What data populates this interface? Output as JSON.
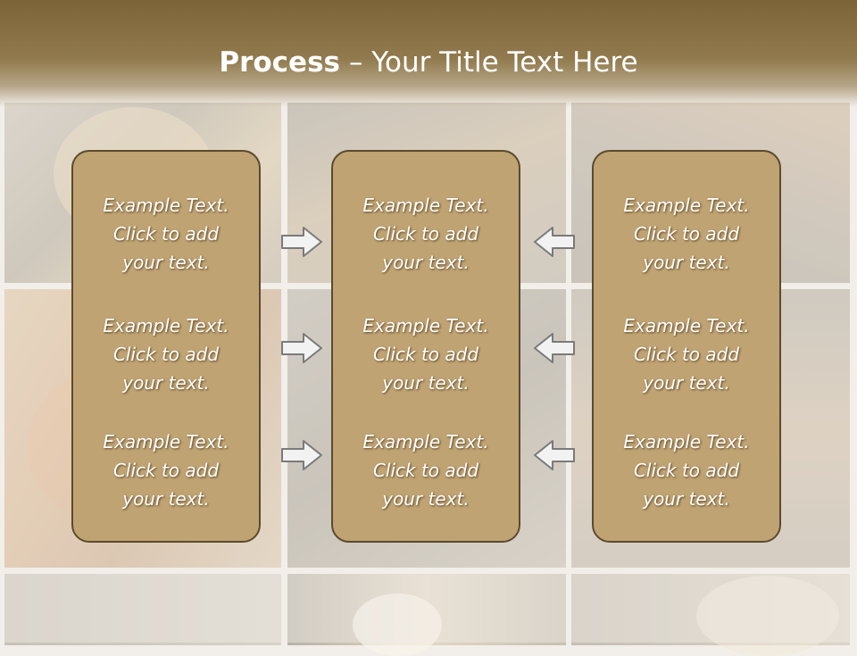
{
  "title": {
    "bold": "Process",
    "rest": " – Your Title Text Here"
  },
  "columns": [
    {
      "items": [
        {
          "l1": "Example Text.",
          "l2": "Click  to add",
          "l3": "your text."
        },
        {
          "l1": "Example Text.",
          "l2": "Click  to add",
          "l3": "your text."
        },
        {
          "l1": "Example Text.",
          "l2": "Click  to add",
          "l3": "your text."
        }
      ]
    },
    {
      "items": [
        {
          "l1": "Example Text.",
          "l2": "Click  to add",
          "l3": "your text."
        },
        {
          "l1": "Example Text.",
          "l2": "Click  to add",
          "l3": "your text."
        },
        {
          "l1": "Example Text.",
          "l2": "Click  to add",
          "l3": "your text."
        }
      ]
    },
    {
      "items": [
        {
          "l1": "Example Text.",
          "l2": "Click  to add",
          "l3": "your text."
        },
        {
          "l1": "Example Text.",
          "l2": "Click  to add",
          "l3": "your text."
        },
        {
          "l1": "Example Text.",
          "l2": "Click  to add",
          "l3": "your text."
        }
      ]
    }
  ],
  "colors": {
    "header": "#8a7245",
    "box_fill": "#c0a373",
    "box_border": "#5c4a2e",
    "arrow_fill": "#f2f2f2",
    "arrow_stroke": "#7a7a7a"
  },
  "icons": {
    "right_arrows": "arrow-right-icon",
    "left_arrows": "arrow-left-icon"
  }
}
